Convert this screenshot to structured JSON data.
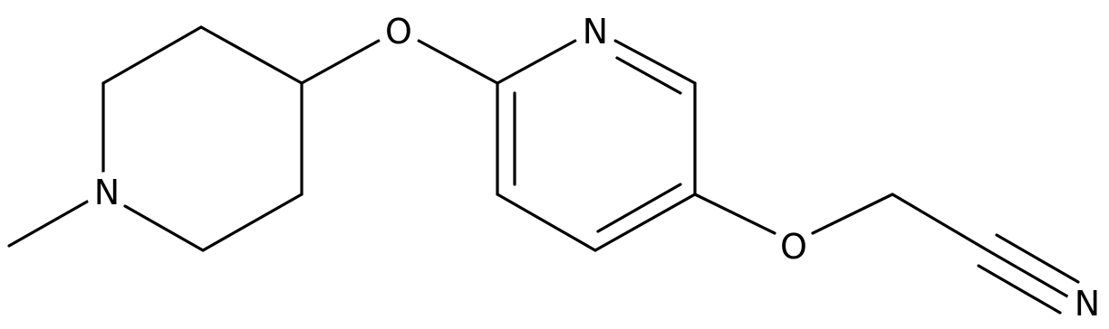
{
  "molecule": {
    "atoms": {
      "pyridine_n": "N",
      "ether_o_upper": "O",
      "ether_o_lower": "O",
      "piperidine_n": "N",
      "nitrile_n": "N"
    },
    "colors": {
      "bond": "#000000",
      "label": "#000000",
      "background": "#ffffff"
    }
  }
}
